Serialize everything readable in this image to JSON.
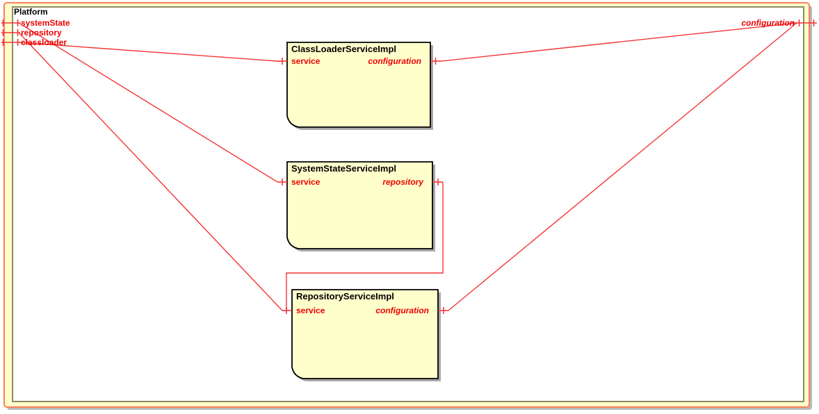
{
  "diagram": {
    "frame": {
      "title": "Platform",
      "ports": {
        "left": [
          "systemState",
          "repository",
          "classloader"
        ],
        "right": [
          "configuration"
        ]
      }
    },
    "components": [
      {
        "title": "ClassLoaderServiceImpl",
        "left_port": "service",
        "right_port": "configuration"
      },
      {
        "title": "SystemStateServiceImpl",
        "left_port": "service",
        "right_port": "repository"
      },
      {
        "title": "RepositoryServiceImpl",
        "left_port": "service",
        "right_port": "configuration"
      }
    ],
    "connections": [
      {
        "from": "Platform.classloader",
        "to": "ClassLoaderServiceImpl.service"
      },
      {
        "from": "Platform.systemState",
        "to": "SystemStateServiceImpl.service"
      },
      {
        "from": "Platform.repository",
        "to": "RepositoryServiceImpl.service"
      },
      {
        "from": "ClassLoaderServiceImpl.configuration",
        "to": "Platform.configuration"
      },
      {
        "from": "RepositoryServiceImpl.configuration",
        "to": "Platform.configuration"
      },
      {
        "from": "SystemStateServiceImpl.repository",
        "to": "RepositoryServiceImpl.service"
      }
    ],
    "colors": {
      "connector_red": "#f43434",
      "port_label_red": "#ee0000",
      "component_fill": "#ffffcc",
      "component_border": "#000000",
      "frame_outer_border": "#ff7e5a",
      "frame_outer_fill": "#ffffcc",
      "frame_inner_border": "#8b8b60",
      "shadow_gray": "#a8a8a8"
    }
  }
}
